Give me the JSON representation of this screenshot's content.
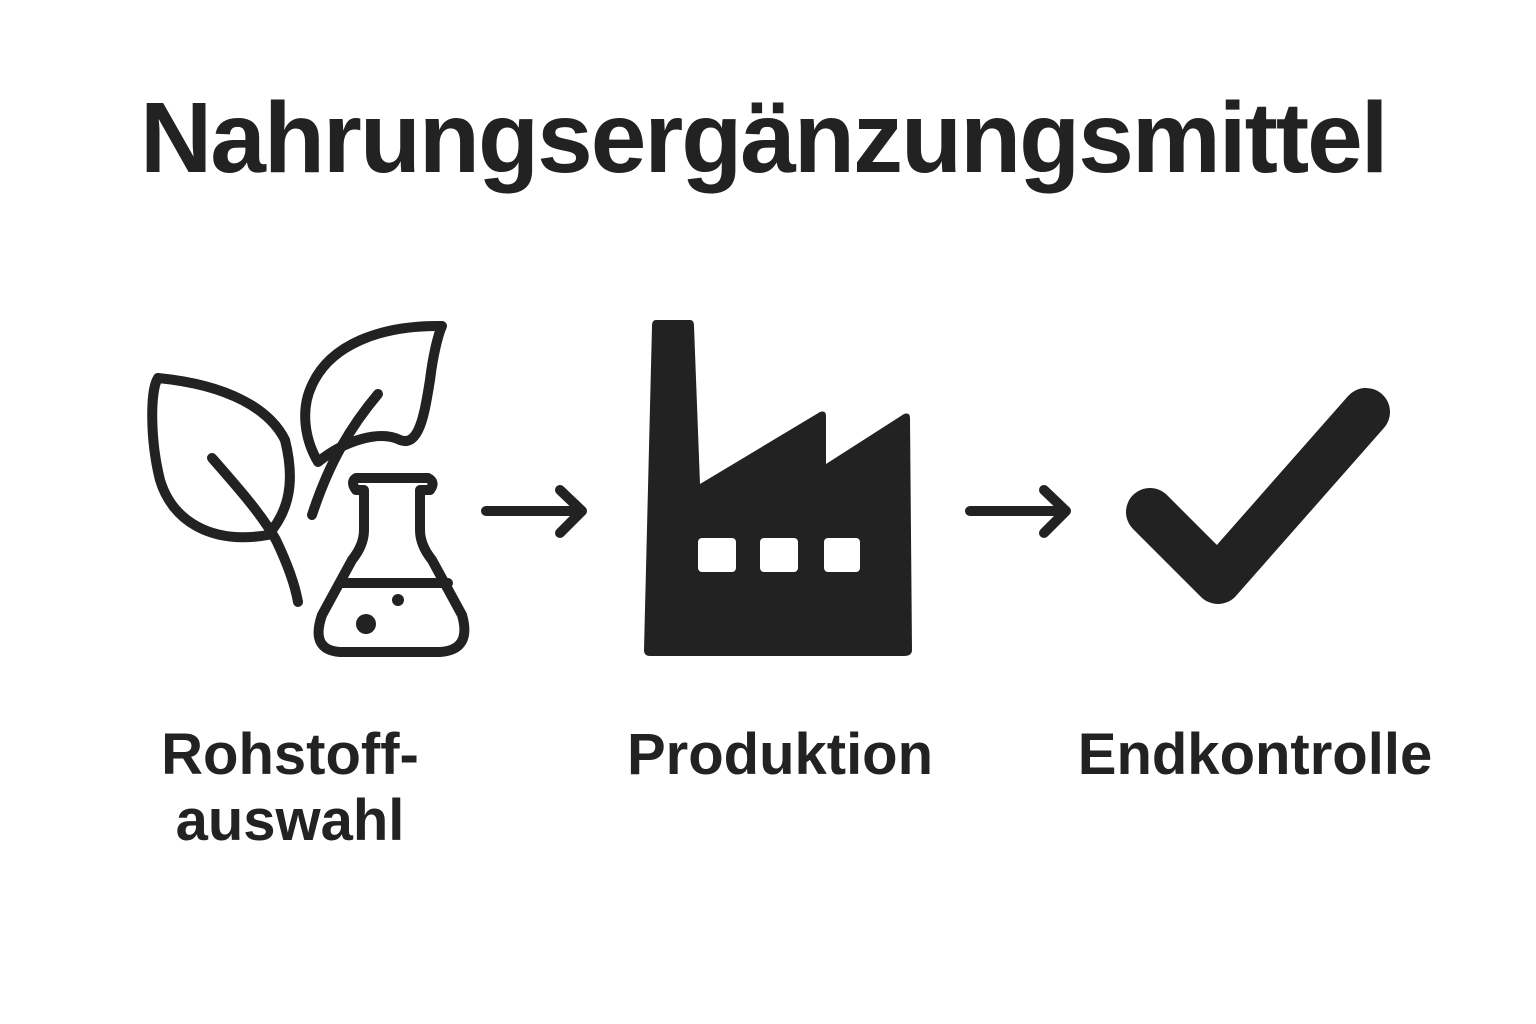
{
  "title": "Nahrungsergänzungsmittel",
  "steps": [
    {
      "label_line1": "Rohstoff-",
      "label_line2": "auswahl",
      "icon": "leaf-flask-icon"
    },
    {
      "label": "Produktion",
      "icon": "factory-icon"
    },
    {
      "label": "Endkontrolle",
      "icon": "checkmark-icon"
    }
  ],
  "arrows": [
    "arrow-right-icon",
    "arrow-right-icon"
  ],
  "colors": {
    "foreground": "#222222",
    "background": "#ffffff"
  }
}
